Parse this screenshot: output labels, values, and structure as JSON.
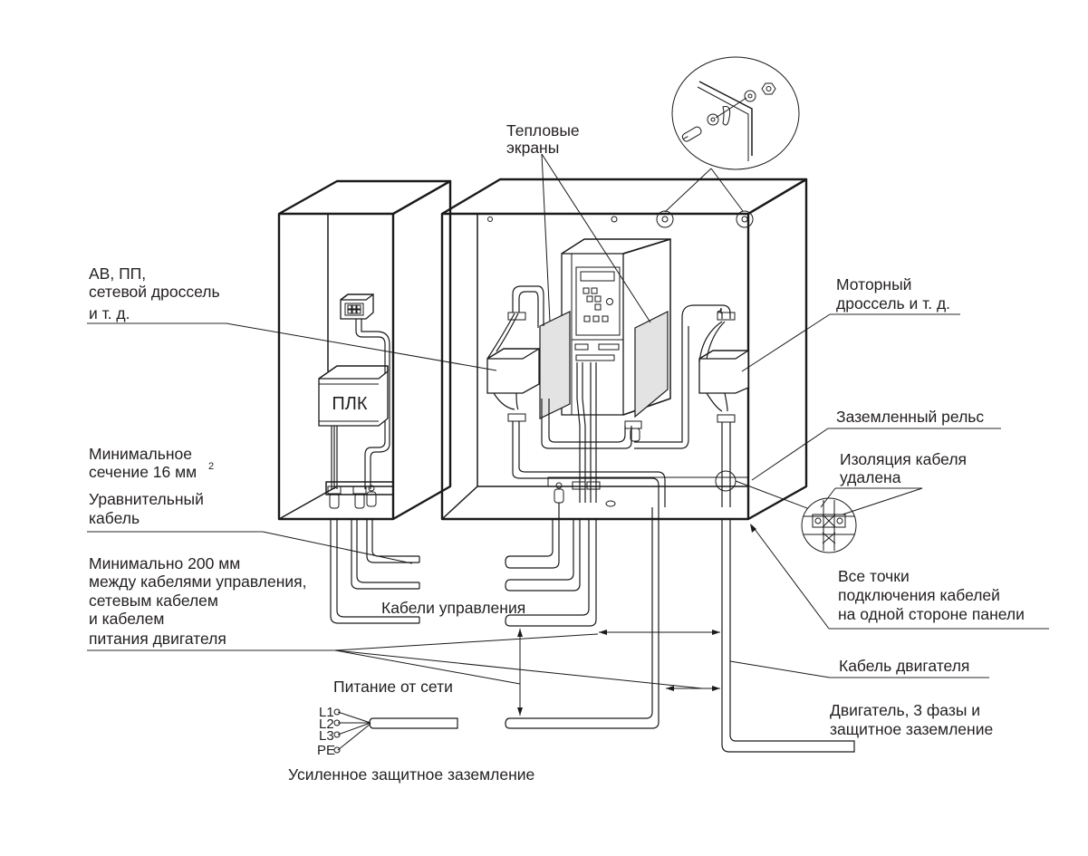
{
  "diagram": {
    "title": "Электромонтаж шкафа управления с преобразователем частоты",
    "labels": {
      "thermal_screens": [
        "Тепловые",
        "экраны"
      ],
      "breakers": [
        "АВ, ПП,",
        "сетевой дроссель",
        "и т. д."
      ],
      "motor_choke": [
        "Моторный",
        "дроссель и т. д."
      ],
      "grounded_rail": "Заземленный рельс",
      "insulation_removed": [
        "Изоляция кабеля",
        "удалена"
      ],
      "min_section": [
        "Минимальное",
        "сечение 16 мм"
      ],
      "min_section_sup": "2",
      "equalizing_cable": [
        "Уравнительный",
        "кабель"
      ],
      "min_distance": [
        "Минимально 200 мм",
        "между кабелями управления,",
        "сетевым кабелем",
        "и кабелем",
        "питания двигателя"
      ],
      "control_cables": "Кабели управления",
      "all_points": [
        "Все точки",
        "подключения кабелей",
        "на одной стороне панели"
      ],
      "motor_cable": "Кабель двигателя",
      "mains_supply": "Питание от сети",
      "motor_3ph": [
        "Двигатель, 3 фазы и",
        "защитное заземление"
      ],
      "reinforced_pe": "Усиленное защитное заземление",
      "plc": "ПЛК"
    },
    "terminals": [
      "L1",
      "L2",
      "L3",
      "PE"
    ],
    "colors": {
      "line": "#1a1a1a",
      "text": "#231f20",
      "shield_fill": "#e3e3e3",
      "background": "#ffffff"
    }
  }
}
